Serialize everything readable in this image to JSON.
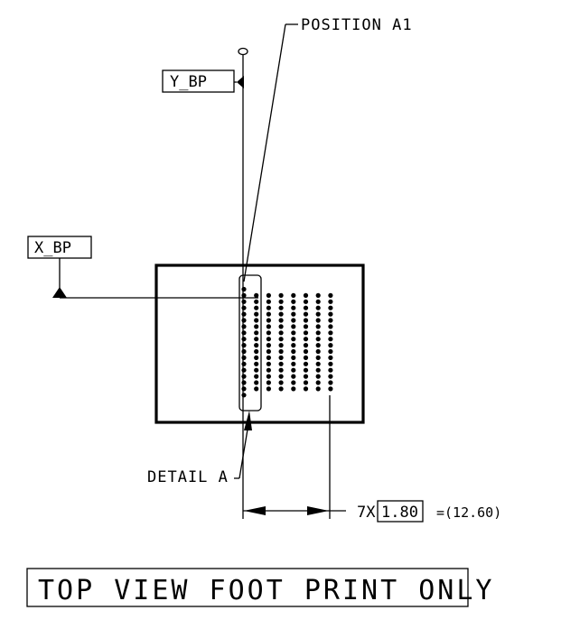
{
  "labels": {
    "position_a1": "POSITION A1",
    "y_bp": "Y_BP",
    "x_bp": "X_BP",
    "detail_a": "DETAIL A",
    "dim_prefix": "7X",
    "dim_value": "1.80",
    "dim_total": "=(12.60)",
    "title": "TOP VIEW FOOT PRINT ONLY"
  },
  "pad_array": {
    "columns": 8,
    "rows_first_column": 18,
    "rows_other_columns": 16,
    "pitch_mm": 1.8,
    "column_count_in_dimension": 7
  },
  "colors": {
    "ink": "#000000",
    "background": "#ffffff"
  }
}
